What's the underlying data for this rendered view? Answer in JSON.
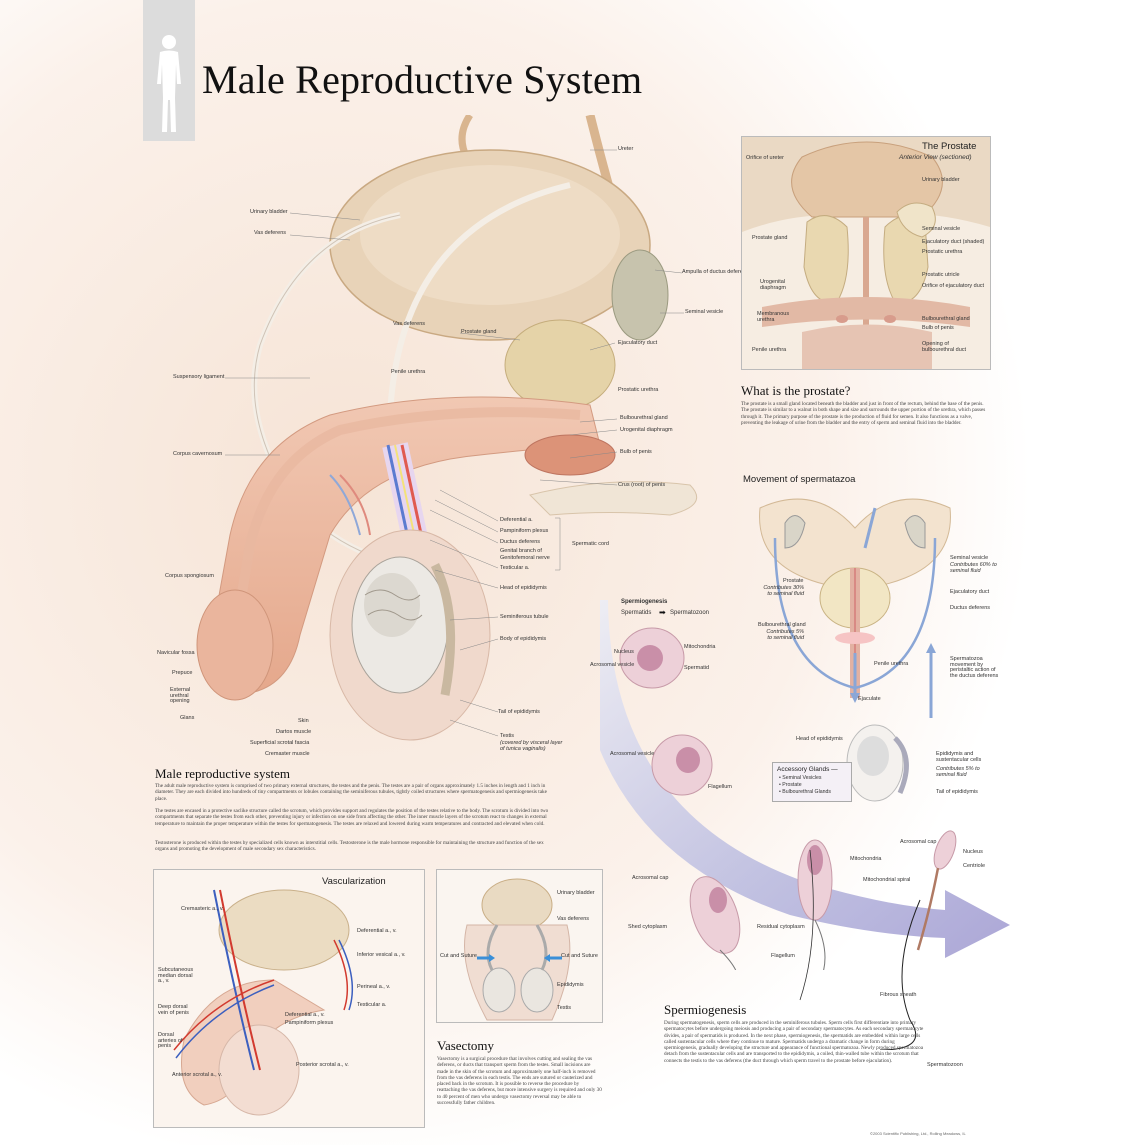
{
  "title": "Male Reproductive System",
  "main": {
    "labels": [
      "Ureter",
      "Urinary bladder",
      "Vas deferens",
      "Ampulla of ductus deferens",
      "Seminal vesicle",
      "Vas deferens",
      "Prostate gland",
      "Ejaculatory duct",
      "Penile urethra",
      "Prostatic urethra",
      "Suspensory ligament",
      "Bulbourethral gland",
      "Urogenital diaphragm",
      "Bulb of penis",
      "Corpus cavernosum",
      "Crus (root) of penis",
      "Deferential a.",
      "Pampiniform plexus",
      "Ductus deferens",
      "Genital branch of",
      "Genitofemoral nerve",
      "Testicular a.",
      "Spermatic cord",
      "Head of epididymis",
      "Corpus spongiosum",
      "Seminiferous tubule",
      "Body of epididymis",
      "Navicular fossa",
      "Prepuce",
      "External urethral opening",
      "Glans",
      "Tail of epididymis",
      "Skin",
      "Dartos muscle",
      "Superficial scrotal fascia",
      "Cremaster muscle",
      "Testis",
      "(covered by visceral layer of tunica vaginalis)"
    ]
  },
  "prostate": {
    "title": "The Prostate",
    "subtitle": "Anterior View (sectioned)",
    "labels": [
      "Orifice of ureter",
      "Urinary bladder",
      "Seminal vesicle",
      "Prostate gland",
      "Ejaculatory duct (shaded)",
      "Prostatic urethra",
      "Urogenital diaphragm",
      "Prostatic utricle",
      "Orifice of ejaculatory duct",
      "Membranous urethra",
      "Bulbourethral gland",
      "Bulb of penis",
      "Penile urethra",
      "Opening of bulbourethral duct"
    ]
  },
  "what_prostate": {
    "heading": "What is the prostate?",
    "p1": "The prostate is a small gland located beneath the bladder and just in front of the rectum, behind the base of the penis. The prostate is similar to a walnut in both shape and size and surrounds the upper portion of the urethra, which passes through it. The primary purpose of the prostate is the production of fluid for semen. It also functions as a valve, preventing the leakage of urine from the bladder and the entry of sperm and seminal fluid into the bladder."
  },
  "movement": {
    "heading": "Movement of spermatazoa",
    "labels": [
      "Seminal vesicle",
      "Contributes 60% to seminal fluid",
      "Prostate",
      "Contributes 30% to seminal fluid",
      "Ejaculatory duct",
      "Ductus deferens",
      "Bulbourethral gland",
      "Contributes 5% to seminal fluid",
      "Penile urethra",
      "Spermatozoa movement by peristaltic action of the ductus deferens",
      "Ejaculate",
      "Head of epididymis",
      "Epididymis and sustentacular cells",
      "Contributes 5% to seminal fluid",
      "Tail of epididymis"
    ]
  },
  "accessory": {
    "title": "Accessory Glands —",
    "items": [
      "• Seminal Vesicles",
      "• Prostate",
      "• Bulbourethral Glands"
    ]
  },
  "spermio_diagram": {
    "title": "Spermiogenesis",
    "from": "Spermatids",
    "to": "Spermatozoon",
    "labels": [
      "Nucleus",
      "Mitochondria",
      "Acrosomal vesicle",
      "Spermatid",
      "Acrosomal vesicle",
      "Flagellum",
      "Acrosomal cap",
      "Nucleus",
      "Centriole",
      "Mitochondria",
      "Mitochondrial spiral",
      "Acrosomal cap",
      "Shed cytoplasm",
      "Residual cytoplasm",
      "Flagellum",
      "Fibrous sheath",
      "Spermatozoon"
    ]
  },
  "male_system": {
    "heading": "Male reproductive system",
    "p1": "The adult male reproductive system is comprised of two primary external structures, the testes and the penis. The testes are a pair of organs approximately 1.5 inches in length and 1 inch in diameter. They are each divided into hundreds of tiny compartments or lobules containing the seminiferous tubules, tightly coiled structures where spermatogenesis and spermiogenesis take place.",
    "p2": "The testes are encased in a protective saclike structure called the scrotum, which provides support and regulates the position of the testes relative to the body. The scrotum is divided into two compartments that separate the testes from each other, preventing injury or infection on one side from affecting the other. The inner muscle layers of the scrotum react to changes in external temperature to maintain the proper temperature within the testes for spermatogenesis. The testes are relaxed and lowered during warm temperatures and contracted and elevated when cold.",
    "p3": "Testosterone is produced within the testes by specialized cells known as interstitial cells. Testosterone is the male hormone responsible for maintaining the structure and function of the sex organs and promoting the development of male secondary sex characteristics."
  },
  "vascularization": {
    "title": "Vascularization",
    "labels": [
      "Cremasteric a., v.",
      "Deferential a., v.",
      "Inferior vesical a., v.",
      "Subcutaneous median dorsal a., v.",
      "Perineal a., v.",
      "Deep dorsal vein of penis",
      "Testicular a.",
      "Deferential a., v.",
      "Pampiniform plexus",
      "Dorsal arteries of penis",
      "Anterior scrotal a., v.",
      "Posterior scrotal a., v."
    ]
  },
  "vasectomy": {
    "heading": "Vasectomy",
    "labels": [
      "Urinary bladder",
      "Vas deferens",
      "Cut and Suture",
      "Cut and Suture",
      "Epididymis",
      "Testis"
    ],
    "p1": "Vasectomy is a surgical procedure that involves cutting and sealing the vas deferens, or ducts that transport sperm from the testes. Small incisions are made in the skin of the scrotum and approximately one half-inch is removed from the vas deferens in each testis. The ends are sutured or cauterized and placed back in the scrotum. It is possible to reverse the procedure by reattaching the vas deferens, but more intensive surgery is required and only 30 to 40 percent of men who undergo vasectomy reversal may be able to successfully father children."
  },
  "spermiogenesis": {
    "heading": "Spermiogenesis",
    "p1": "During spermatogenesis, sperm cells are produced in the seminiferous tubules. Sperm cells first differentiate into primary spermatocytes before undergoing meiosis and producing a pair of secondary spermatocytes. As each secondary spermatocyte divides, a pair of spermatids is produced. In the next phase, spermiogenesis, the spermatids are embedded within large cells called sustentacular cells where they continue to mature. Spermatids undergo a dramatic change in form during spermiogenesis, gradually developing the structure and appearance of functional spermatozoa. Newly produced spermatozoa detach from the sustentacular cells and are transported to the epididymis, a coiled, thin-walled tube within the scrotum that connects the testis to the vas deferens (the duct through which sperm travel to the prostate before ejaculation)."
  },
  "footer": "©2003 Scientific Publishing, Ltd., Rolling Meadows, IL"
}
